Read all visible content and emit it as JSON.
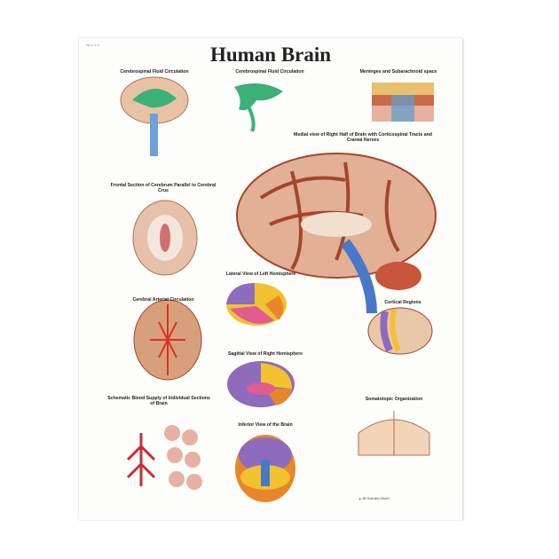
{
  "poster": {
    "title": "Human Brain",
    "code": "VR 4 / 5 / 0",
    "sections": {
      "csf1": "Cerebrospinal Fluid Circulation",
      "csf2": "Cerebrospinal Fluid Circulation",
      "meninges": "Meninges and Subarachnoid space",
      "medial": "Medial view of Right Half of Brain with Corticospinal Tracts and Cranial Nerves",
      "frontal": "Frontal Section of Cerebrum Parallel to Cerebral Crus",
      "arterial": "Cerebral Arterial Circulation",
      "lateral": "Lateral View of Left Hemisphere",
      "cortical": "Cortical Regions",
      "sagittal": "Sagittal View of Right Hemisphere",
      "schematic": "Schematic Blood Supply of Individual Sections of Brain",
      "somatotopic": "Somatotopic Organization",
      "inferior": "Inferior View of the Brain"
    },
    "publisher": "3B Scientific GmbH"
  },
  "colors": {
    "brain": "#d89a78",
    "sulci": "#a5452c",
    "csf": "#3bb077",
    "frontal": "#8e6bbd",
    "parietal": "#f2c230",
    "temporal": "#e05c8e",
    "occipital": "#e8862c",
    "brainstem": "#4a78c8"
  }
}
